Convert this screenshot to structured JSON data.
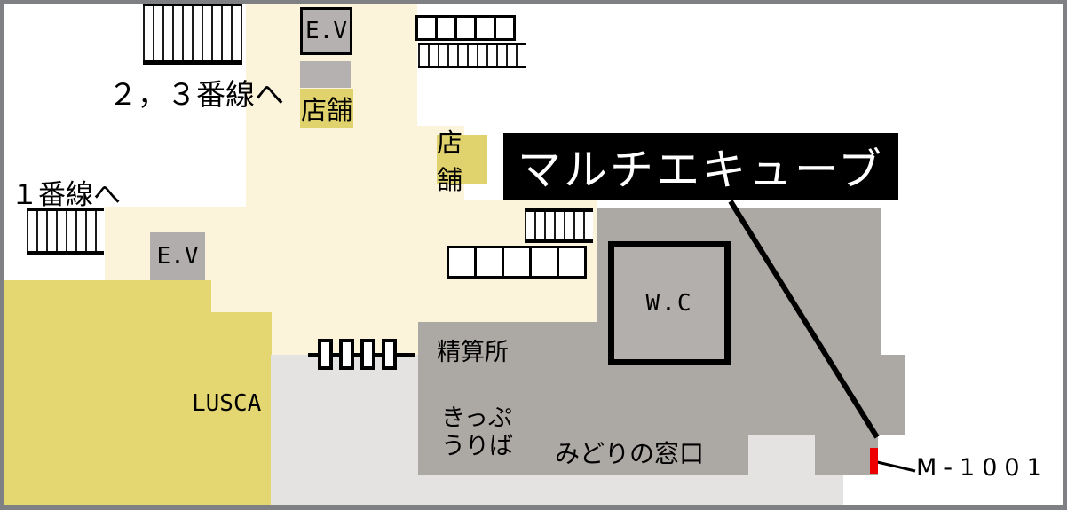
{
  "map": {
    "banner": {
      "title": "マルチエキューブ",
      "bg": "#000000",
      "fg": "#ffffff"
    },
    "marker": {
      "code": "M-1001",
      "color": "#EE0000"
    },
    "labels": {
      "platform_2_3": "２，３番線へ",
      "platform_1": "１番線へ",
      "elevator_upper": "E.V",
      "elevator_lower": "E.V",
      "shop_upper": "店舗",
      "shop_lower": "店舗",
      "lusca": "LUSCA",
      "wc": "W.C",
      "fare_adjustment": "精算所",
      "ticket_line1": "きっぷ",
      "ticket_line2": "うりば",
      "midori_window": "みどりの窓口"
    },
    "colors": {
      "concourse_cream": "#FCF3DB",
      "shop_yellow": "#E0D36E",
      "lusca_yellow": "#E4D671",
      "building_gray": "#ACA8A4",
      "floor_light_gray": "#E4E3E1",
      "elevator_gray": "#B3AFAF",
      "frame_gray": "#7F8083",
      "highlight_red": "#EE0000"
    }
  }
}
